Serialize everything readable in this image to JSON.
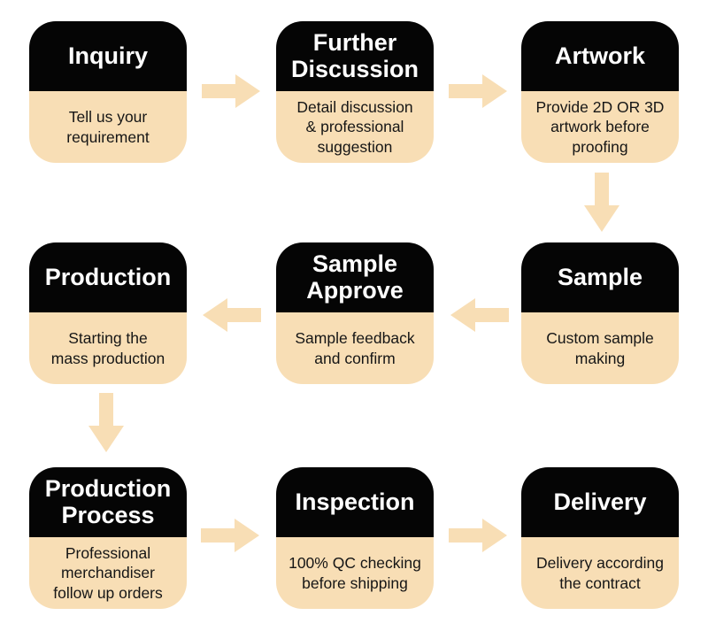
{
  "colors": {
    "card_top": "#050505",
    "card_bottom": "#f8deb5",
    "title_text": "#ffffff",
    "desc_text": "#161616",
    "arrow": "#f8deb5",
    "page_bg": "#ffffff"
  },
  "flow": {
    "steps": [
      {
        "title": "Inquiry",
        "description": "Tell us your\nrequirement"
      },
      {
        "title": "Further\nDiscussion",
        "description": "Detail discussion\n& professional\nsuggestion"
      },
      {
        "title": "Artwork",
        "description": "Provide 2D OR 3D\nartwork before\nproofing"
      },
      {
        "title": "Production",
        "description": "Starting the\nmass production"
      },
      {
        "title": "Sample\nApprove",
        "description": "Sample feedback\nand confirm"
      },
      {
        "title": "Sample",
        "description": "Custom sample\nmaking"
      },
      {
        "title": "Production\nProcess",
        "description": "Professional\nmerchandiser\nfollow up orders"
      },
      {
        "title": "Inspection",
        "description": "100% QC checking\nbefore shipping"
      },
      {
        "title": "Delivery",
        "description": "Delivery according\nthe contract"
      }
    ],
    "connections": [
      {
        "from": "Inquiry",
        "to": "Further Discussion",
        "direction": "right"
      },
      {
        "from": "Further Discussion",
        "to": "Artwork",
        "direction": "right"
      },
      {
        "from": "Artwork",
        "to": "Sample",
        "direction": "down"
      },
      {
        "from": "Sample",
        "to": "Sample Approve",
        "direction": "left"
      },
      {
        "from": "Sample Approve",
        "to": "Production",
        "direction": "left"
      },
      {
        "from": "Production",
        "to": "Production Process",
        "direction": "down"
      },
      {
        "from": "Production Process",
        "to": "Inspection",
        "direction": "right"
      },
      {
        "from": "Inspection",
        "to": "Delivery",
        "direction": "right"
      }
    ]
  }
}
